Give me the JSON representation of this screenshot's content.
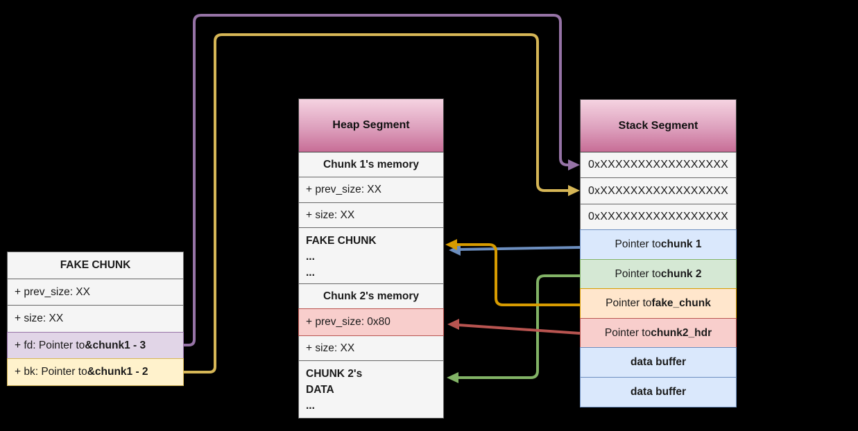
{
  "colors": {
    "background": "#000000",
    "purple": "#9673a6",
    "gold": "#d6b656",
    "blue": "#6c8ebf",
    "orange": "#d79b00",
    "red": "#b85450",
    "green": "#82b366",
    "gray_row_fill": "#f5f5f5",
    "purple_fill": "#e1d5e7",
    "gold_fill": "#fff2cc",
    "blue_fill": "#dae8fc",
    "green_fill": "#d5e8d4",
    "orange_fill": "#ffe6cc",
    "red_fill": "#f8cecc",
    "header_gradient_top": "#f5d3e1",
    "header_gradient_bottom": "#c76d96"
  },
  "fake_chunk_table": {
    "title": "FAKE CHUNK",
    "rows": [
      {
        "text": "+ prev_size: XX"
      },
      {
        "text": "+ size: XX"
      },
      {
        "text": "+ fd: Pointer to ",
        "bold": "&chunk1 - 3"
      },
      {
        "text": "+ bk: Pointer to ",
        "bold": "&chunk1 - 2"
      }
    ]
  },
  "heap_segment": {
    "title": "Heap Segment",
    "rows": [
      {
        "bold": "Chunk 1's memory"
      },
      {
        "text": "+ prev_size: XX"
      },
      {
        "text": "+ size: XX"
      },
      {
        "lines": [
          "FAKE CHUNK",
          "...",
          "..."
        ]
      },
      {
        "bold": "Chunk 2's memory"
      },
      {
        "text": "+ prev_size: 0x80"
      },
      {
        "text": "+ size: XX"
      },
      {
        "lines": [
          "CHUNK 2's",
          "DATA",
          "..."
        ]
      }
    ]
  },
  "stack_segment": {
    "title": "Stack Segment",
    "rows": [
      {
        "text": "0xXXXXXXXXXXXXXXXXX"
      },
      {
        "text": "0xXXXXXXXXXXXXXXXXX"
      },
      {
        "text": "0xXXXXXXXXXXXXXXXXX"
      },
      {
        "text": "Pointer to ",
        "bold": "chunk 1"
      },
      {
        "text": "Pointer to ",
        "bold": "chunk 2"
      },
      {
        "text": "Pointer to ",
        "bold": "fake_chunk"
      },
      {
        "text": "Pointer to ",
        "bold": "chunk2_hdr"
      },
      {
        "bold": "data buffer"
      },
      {
        "bold": "data buffer"
      }
    ]
  },
  "arrows": [
    {
      "id": "fd-to-stack-slot-1",
      "from": "fake chunk fd",
      "to": "stack address slot 1",
      "color": "#9673a6"
    },
    {
      "id": "bk-to-stack-slot-2",
      "from": "fake chunk bk",
      "to": "stack address slot 2",
      "color": "#d6b656"
    },
    {
      "id": "pointer-chunk1-to-fake-chunk",
      "from": "Pointer to chunk 1",
      "to": "heap FAKE CHUNK",
      "color": "#6c8ebf"
    },
    {
      "id": "pointer-fake-chunk-to-fake-chunk",
      "from": "Pointer to fake_chunk",
      "to": "heap FAKE CHUNK",
      "color": "#d79b00"
    },
    {
      "id": "pointer-chunk2-hdr-to-prev-size",
      "from": "Pointer to chunk2_hdr",
      "to": "heap + prev_size: 0x80",
      "color": "#b85450"
    },
    {
      "id": "pointer-chunk2-to-chunk2-data",
      "from": "Pointer to chunk 2",
      "to": "heap CHUNK 2's DATA",
      "color": "#82b366"
    }
  ]
}
